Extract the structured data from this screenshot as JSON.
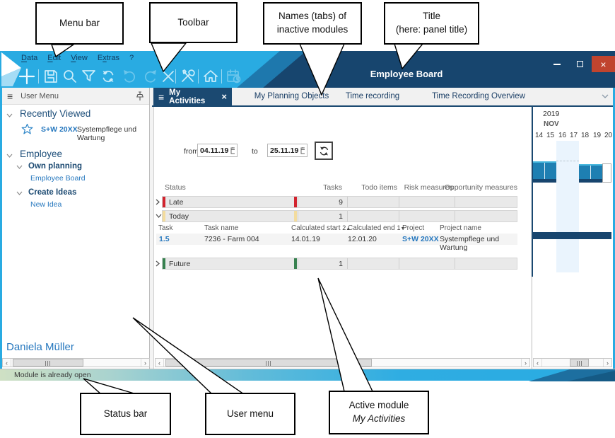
{
  "callouts": {
    "menu_bar": "Menu bar",
    "toolbar": "Toolbar",
    "inactive_tabs_line1": "Names (tabs) of",
    "inactive_tabs_line2": "inactive modules",
    "title_line1": "Title",
    "title_line2": "(here: panel title)",
    "status_bar": "Status bar",
    "user_menu": "User menu",
    "active_module_line1": "Active module",
    "active_module_line2": "My Activities"
  },
  "titlebar": {
    "title": "Employee Board"
  },
  "menu": {
    "items": [
      {
        "pre": "",
        "u": "D",
        "post": "ata"
      },
      {
        "pre": "",
        "u": "E",
        "post": "dit"
      },
      {
        "pre": "",
        "u": "V",
        "post": "iew"
      },
      {
        "pre": "E",
        "u": "x",
        "post": "tras"
      },
      {
        "pre": "?",
        "u": "",
        "post": ""
      }
    ]
  },
  "toolbar": {
    "icons": [
      "add",
      "save",
      "search",
      "filter",
      "refresh",
      "undo",
      "redo",
      "close",
      "tools",
      "home",
      "planning-calendar"
    ],
    "disabled_icons": [
      "undo",
      "redo",
      "planning-calendar"
    ]
  },
  "tabs": {
    "active": "My Activities",
    "inactive": [
      "My Planning Objects",
      "Time recording",
      "Time Recording Overview"
    ]
  },
  "sidebar": {
    "header": "User Menu",
    "recently_viewed": {
      "title": "Recently Viewed",
      "item_code": "S+W 20XX",
      "item_name": "Systempflege und Wartung"
    },
    "employee": {
      "title": "Employee",
      "groups": [
        {
          "title": "Own planning",
          "link": "Employee Board"
        },
        {
          "title": "Create Ideas",
          "link": "New Idea"
        }
      ]
    },
    "user_name": "Daniela Müller"
  },
  "filters": {
    "from_label": "from",
    "from_value": "04.11.19",
    "to_label": "to",
    "to_value": "25.11.19"
  },
  "table": {
    "headers": [
      "Status",
      "Tasks",
      "Todo items",
      "Risk measures",
      "Opportunity measures"
    ],
    "groups": [
      {
        "status": "Late",
        "tasks": "9",
        "stripe_color": "#d2232e"
      },
      {
        "status": "Today",
        "tasks": "1",
        "stripe_color": "#f3dc9e"
      },
      {
        "status": "Future",
        "tasks": "1",
        "stripe_color": "#37814f"
      }
    ],
    "task_headers": {
      "task": "Task",
      "task_name": "Task name",
      "calc_start": "Calculated start",
      "calc_start_sort": "2",
      "calc_end": "Calculated end",
      "calc_end_sort": "1",
      "project": "Project",
      "project_name": "Project name"
    },
    "task_row": {
      "task": "1.5",
      "task_name": "7236 - Farm 004",
      "calc_start": "14.01.19",
      "calc_end": "12.01.20",
      "project": "S+W 20XX",
      "project_name": "Systempflege und Wartung"
    }
  },
  "gantt": {
    "year": "2019",
    "month": "NOV",
    "days": [
      "14",
      "15",
      "16",
      "17",
      "18",
      "19",
      "20"
    ],
    "weekend_days": [
      "16",
      "17"
    ],
    "colors": {
      "bar_fill": "#1e7fb2",
      "bar_cap": "#17456e",
      "weekend": "#eaf4fd"
    }
  },
  "statusbar": {
    "message": "Module is already open"
  },
  "colors": {
    "accent_cyan": "#29abe2",
    "navy": "#17456e",
    "link_blue": "#2577be",
    "close_red": "#c0442e"
  }
}
